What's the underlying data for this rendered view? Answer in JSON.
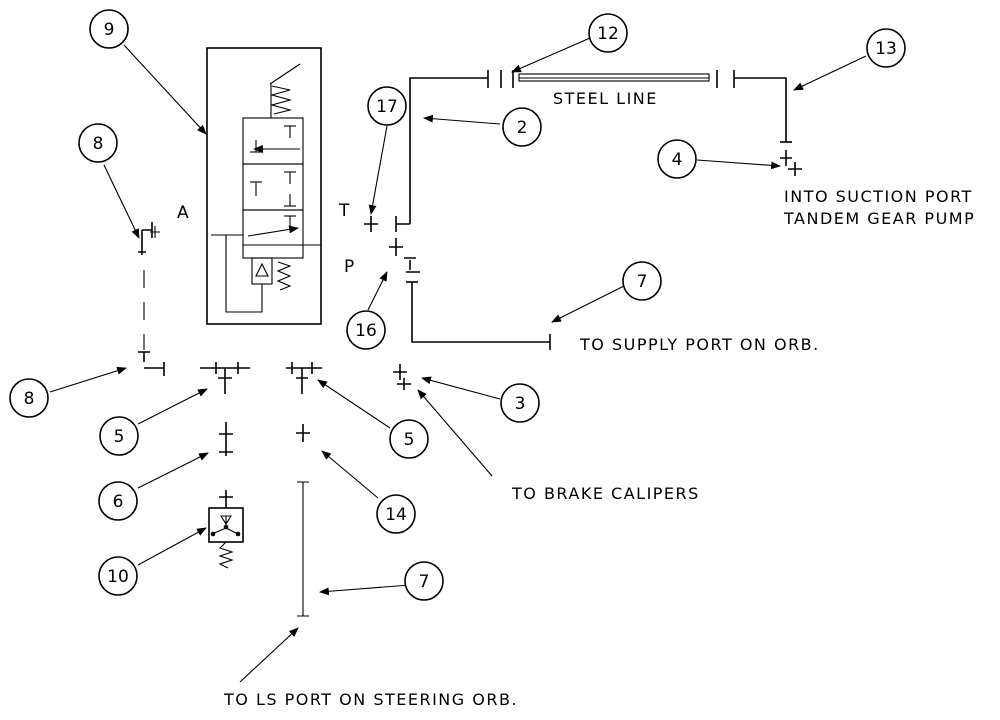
{
  "callouts": [
    "9",
    "12",
    "13",
    "2",
    "17",
    "8",
    "4",
    "7",
    "16",
    "8",
    "5",
    "5",
    "3",
    "6",
    "14",
    "10",
    "7"
  ],
  "port_labels": {
    "a": "A",
    "t": "T",
    "p": "P"
  },
  "notes": {
    "steel_line": "STEEL LINE",
    "suction_line1": "INTO SUCTION PORT",
    "suction_line2": "TANDEM GEAR PUMP",
    "supply": "TO SUPPLY PORT ON ORB.",
    "brake": "TO BRAKE CALIPERS",
    "ls_port": "TO LS PORT ON STEERING ORB."
  }
}
